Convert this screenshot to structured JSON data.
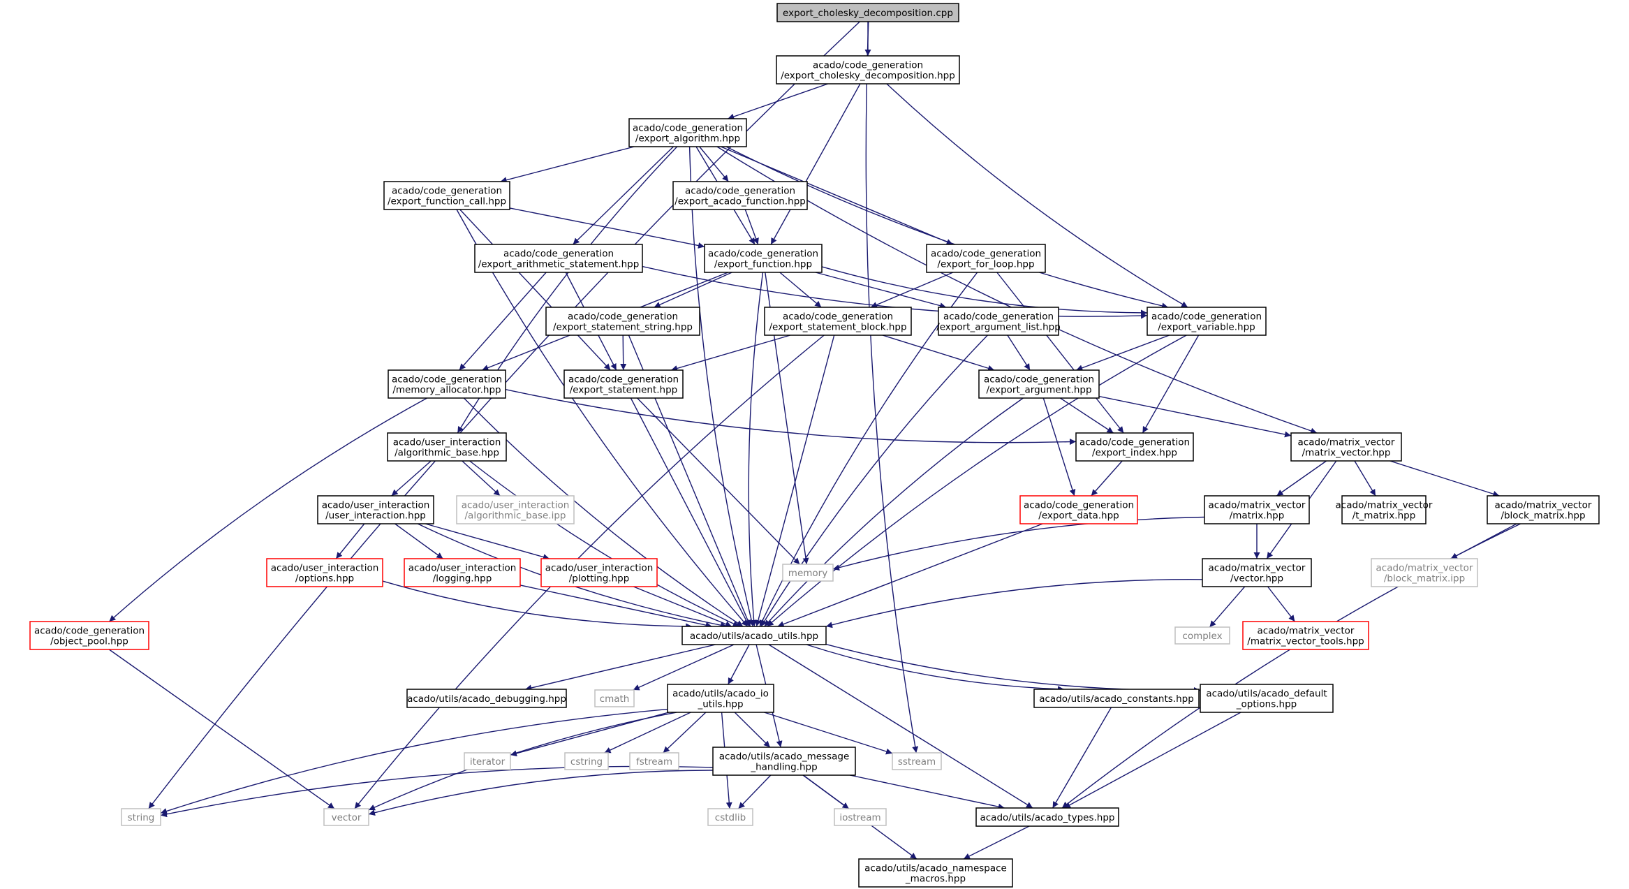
{
  "colors": {
    "edge": "#191970",
    "border_normal": "#000000",
    "border_truncated": "#ff0000",
    "border_system": "#bfbfbf",
    "text_system": "#7f7f7f",
    "root_fill": "#bfbfbf",
    "background": "#ffffff"
  },
  "nodes": [
    {
      "id": "root",
      "lines": [
        "export_cholesky_decomposition.cpp"
      ],
      "kind": "root"
    },
    {
      "id": "chol",
      "lines": [
        "acado/code_generation",
        "/export_cholesky_decomposition.hpp"
      ],
      "kind": "normal"
    },
    {
      "id": "alg",
      "lines": [
        "acado/code_generation",
        "/export_algorithm.hpp"
      ],
      "kind": "normal"
    },
    {
      "id": "fcall",
      "lines": [
        "acado/code_generation",
        "/export_function_call.hpp"
      ],
      "kind": "normal"
    },
    {
      "id": "acadofn",
      "lines": [
        "acado/code_generation",
        "/export_acado_function.hpp"
      ],
      "kind": "normal"
    },
    {
      "id": "arith",
      "lines": [
        "acado/code_generation",
        "/export_arithmetic_statement.hpp"
      ],
      "kind": "normal"
    },
    {
      "id": "func",
      "lines": [
        "acado/code_generation",
        "/export_function.hpp"
      ],
      "kind": "normal"
    },
    {
      "id": "forloop",
      "lines": [
        "acado/code_generation",
        "/export_for_loop.hpp"
      ],
      "kind": "normal"
    },
    {
      "id": "ststr",
      "lines": [
        "acado/code_generation",
        "/export_statement_string.hpp"
      ],
      "kind": "normal"
    },
    {
      "id": "stblock",
      "lines": [
        "acado/code_generation",
        "/export_statement_block.hpp"
      ],
      "kind": "normal"
    },
    {
      "id": "arglist",
      "lines": [
        "acado/code_generation",
        "/export_argument_list.hpp"
      ],
      "kind": "normal"
    },
    {
      "id": "var",
      "lines": [
        "acado/code_generation",
        "/export_variable.hpp"
      ],
      "kind": "normal"
    },
    {
      "id": "memalloc",
      "lines": [
        "acado/code_generation",
        "/memory_allocator.hpp"
      ],
      "kind": "normal"
    },
    {
      "id": "stmt",
      "lines": [
        "acado/code_generation",
        "/export_statement.hpp"
      ],
      "kind": "normal"
    },
    {
      "id": "arg",
      "lines": [
        "acado/code_generation",
        "/export_argument.hpp"
      ],
      "kind": "normal"
    },
    {
      "id": "algbase",
      "lines": [
        "acado/user_interaction",
        "/algorithmic_base.hpp"
      ],
      "kind": "normal"
    },
    {
      "id": "idx",
      "lines": [
        "acado/code_generation",
        "/export_index.hpp"
      ],
      "kind": "normal"
    },
    {
      "id": "mv",
      "lines": [
        "acado/matrix_vector",
        "/matrix_vector.hpp"
      ],
      "kind": "normal"
    },
    {
      "id": "ui",
      "lines": [
        "acado/user_interaction",
        "/user_interaction.hpp"
      ],
      "kind": "normal"
    },
    {
      "id": "algipp",
      "lines": [
        "acado/user_interaction",
        "/algorithmic_base.ipp"
      ],
      "kind": "system"
    },
    {
      "id": "data",
      "lines": [
        "acado/code_generation",
        "/export_data.hpp"
      ],
      "kind": "truncated"
    },
    {
      "id": "matrix",
      "lines": [
        "acado/matrix_vector",
        "/matrix.hpp"
      ],
      "kind": "normal"
    },
    {
      "id": "tmatrix",
      "lines": [
        "acado/matrix_vector",
        "/t_matrix.hpp"
      ],
      "kind": "normal"
    },
    {
      "id": "bmatrix",
      "lines": [
        "acado/matrix_vector",
        "/block_matrix.hpp"
      ],
      "kind": "normal"
    },
    {
      "id": "options",
      "lines": [
        "acado/user_interaction",
        "/options.hpp"
      ],
      "kind": "truncated"
    },
    {
      "id": "logging",
      "lines": [
        "acado/user_interaction",
        "/logging.hpp"
      ],
      "kind": "truncated"
    },
    {
      "id": "plotting",
      "lines": [
        "acado/user_interaction",
        "/plotting.hpp"
      ],
      "kind": "truncated"
    },
    {
      "id": "memory",
      "lines": [
        "memory"
      ],
      "kind": "system"
    },
    {
      "id": "vector",
      "lines": [
        "acado/matrix_vector",
        "/vector.hpp"
      ],
      "kind": "normal"
    },
    {
      "id": "bmipp",
      "lines": [
        "acado/matrix_vector",
        "/block_matrix.ipp"
      ],
      "kind": "system"
    },
    {
      "id": "pool",
      "lines": [
        "acado/code_generation",
        "/object_pool.hpp"
      ],
      "kind": "truncated"
    },
    {
      "id": "utils",
      "lines": [
        "acado/utils/acado_utils.hpp"
      ],
      "kind": "normal"
    },
    {
      "id": "complex",
      "lines": [
        "complex"
      ],
      "kind": "system"
    },
    {
      "id": "mvtools",
      "lines": [
        "acado/matrix_vector",
        "/matrix_vector_tools.hpp"
      ],
      "kind": "truncated"
    },
    {
      "id": "debug",
      "lines": [
        "acado/utils/acado_debugging.hpp"
      ],
      "kind": "normal"
    },
    {
      "id": "cmath",
      "lines": [
        "cmath"
      ],
      "kind": "system"
    },
    {
      "id": "io",
      "lines": [
        "acado/utils/acado_io",
        "_utils.hpp"
      ],
      "kind": "normal"
    },
    {
      "id": "const",
      "lines": [
        "acado/utils/acado_constants.hpp"
      ],
      "kind": "normal"
    },
    {
      "id": "defopt",
      "lines": [
        "acado/utils/acado_default",
        "_options.hpp"
      ],
      "kind": "normal"
    },
    {
      "id": "iterator",
      "lines": [
        "iterator"
      ],
      "kind": "system"
    },
    {
      "id": "cstring",
      "lines": [
        "cstring"
      ],
      "kind": "system"
    },
    {
      "id": "fstream",
      "lines": [
        "fstream"
      ],
      "kind": "system"
    },
    {
      "id": "msg",
      "lines": [
        "acado/utils/acado_message",
        "_handling.hpp"
      ],
      "kind": "normal"
    },
    {
      "id": "sstream",
      "lines": [
        "sstream"
      ],
      "kind": "system"
    },
    {
      "id": "string",
      "lines": [
        "string"
      ],
      "kind": "system"
    },
    {
      "id": "vectorstd",
      "lines": [
        "vector"
      ],
      "kind": "system"
    },
    {
      "id": "cstdlib",
      "lines": [
        "cstdlib"
      ],
      "kind": "system"
    },
    {
      "id": "iostream",
      "lines": [
        "iostream"
      ],
      "kind": "system"
    },
    {
      "id": "types",
      "lines": [
        "acado/utils/acado_types.hpp"
      ],
      "kind": "normal"
    },
    {
      "id": "ns",
      "lines": [
        "acado/utils/acado_namespace",
        "_macros.hpp"
      ],
      "kind": "normal"
    }
  ],
  "edges": [
    [
      "root",
      "chol"
    ],
    [
      "root",
      "string"
    ],
    [
      "root",
      "sstream"
    ],
    [
      "chol",
      "alg"
    ],
    [
      "chol",
      "func"
    ],
    [
      "chol",
      "var"
    ],
    [
      "alg",
      "fcall"
    ],
    [
      "alg",
      "acadofn"
    ],
    [
      "alg",
      "arith"
    ],
    [
      "alg",
      "func"
    ],
    [
      "alg",
      "forloop"
    ],
    [
      "alg",
      "var"
    ],
    [
      "alg",
      "algbase"
    ],
    [
      "alg",
      "utils"
    ],
    [
      "alg",
      "mv"
    ],
    [
      "fcall",
      "func"
    ],
    [
      "fcall",
      "stmt"
    ],
    [
      "fcall",
      "utils"
    ],
    [
      "acadofn",
      "func"
    ],
    [
      "arith",
      "memalloc"
    ],
    [
      "arith",
      "stmt"
    ],
    [
      "arith",
      "var"
    ],
    [
      "func",
      "ststr"
    ],
    [
      "func",
      "stblock"
    ],
    [
      "func",
      "arglist"
    ],
    [
      "func",
      "var"
    ],
    [
      "func",
      "memalloc"
    ],
    [
      "func",
      "memory"
    ],
    [
      "func",
      "utils"
    ],
    [
      "forloop",
      "stblock"
    ],
    [
      "forloop",
      "idx"
    ],
    [
      "forloop",
      "utils"
    ],
    [
      "ststr",
      "stmt"
    ],
    [
      "ststr",
      "utils"
    ],
    [
      "stblock",
      "stmt"
    ],
    [
      "stblock",
      "arg"
    ],
    [
      "stblock",
      "utils"
    ],
    [
      "stblock",
      "vectorstd"
    ],
    [
      "arglist",
      "arg"
    ],
    [
      "arglist",
      "utils"
    ],
    [
      "var",
      "arg"
    ],
    [
      "var",
      "idx"
    ],
    [
      "var",
      "utils"
    ],
    [
      "memalloc",
      "idx"
    ],
    [
      "memalloc",
      "pool"
    ],
    [
      "memalloc",
      "utils"
    ],
    [
      "stmt",
      "utils"
    ],
    [
      "stmt",
      "memory"
    ],
    [
      "arg",
      "idx"
    ],
    [
      "arg",
      "data"
    ],
    [
      "arg",
      "mv"
    ],
    [
      "arg",
      "utils"
    ],
    [
      "algbase",
      "ui"
    ],
    [
      "algbase",
      "algipp"
    ],
    [
      "algbase",
      "utils"
    ],
    [
      "idx",
      "data"
    ],
    [
      "mv",
      "matrix"
    ],
    [
      "mv",
      "tmatrix"
    ],
    [
      "mv",
      "bmatrix"
    ],
    [
      "mv",
      "vector"
    ],
    [
      "ui",
      "options"
    ],
    [
      "ui",
      "logging"
    ],
    [
      "ui",
      "plotting"
    ],
    [
      "ui",
      "utils"
    ],
    [
      "data",
      "utils"
    ],
    [
      "matrix",
      "memory"
    ],
    [
      "matrix",
      "vector"
    ],
    [
      "bmatrix",
      "bmipp"
    ],
    [
      "bmatrix",
      "types"
    ],
    [
      "options",
      "utils"
    ],
    [
      "logging",
      "utils"
    ],
    [
      "plotting",
      "utils"
    ],
    [
      "vector",
      "utils"
    ],
    [
      "vector",
      "complex"
    ],
    [
      "vector",
      "mvtools"
    ],
    [
      "pool",
      "vectorstd"
    ],
    [
      "utils",
      "debug"
    ],
    [
      "utils",
      "cmath"
    ],
    [
      "utils",
      "io"
    ],
    [
      "utils",
      "msg"
    ],
    [
      "utils",
      "const"
    ],
    [
      "utils",
      "defopt"
    ],
    [
      "utils",
      "types"
    ],
    [
      "io",
      "string"
    ],
    [
      "io",
      "iterator"
    ],
    [
      "io",
      "cstring"
    ],
    [
      "io",
      "fstream"
    ],
    [
      "io",
      "msg"
    ],
    [
      "io",
      "sstream"
    ],
    [
      "io",
      "vectorstd"
    ],
    [
      "io",
      "cstdlib"
    ],
    [
      "msg",
      "string"
    ],
    [
      "msg",
      "vectorstd"
    ],
    [
      "msg",
      "cstdlib"
    ],
    [
      "msg",
      "iostream"
    ],
    [
      "msg",
      "types"
    ],
    [
      "msg",
      "ns"
    ],
    [
      "const",
      "types"
    ],
    [
      "defopt",
      "types"
    ],
    [
      "types",
      "ns"
    ]
  ]
}
